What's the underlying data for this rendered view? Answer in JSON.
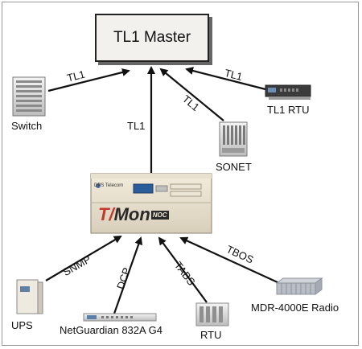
{
  "master": {
    "title": "TL1 Master"
  },
  "center": {
    "brand_prefix": "T/",
    "brand_main": "Mon",
    "brand_suffix": "NOC",
    "vendor": "DPS Telecom"
  },
  "devices": {
    "switch": "Switch",
    "sonet": "SONET",
    "tl1_rtu": "TL1 RTU",
    "ups": "UPS",
    "netguardian": "NetGuardian 832A G4",
    "rtu": "RTU",
    "mdr_radio": "MDR-4000E Radio"
  },
  "links": {
    "switch_master": "TL1",
    "center_master": "TL1",
    "sonet_master": "TL1",
    "tl1rtu_master": "TL1",
    "ups_center": "SNMP",
    "netguardian_center": "DCP",
    "rtu_center": "TABS",
    "radio_center": "TBOS"
  }
}
